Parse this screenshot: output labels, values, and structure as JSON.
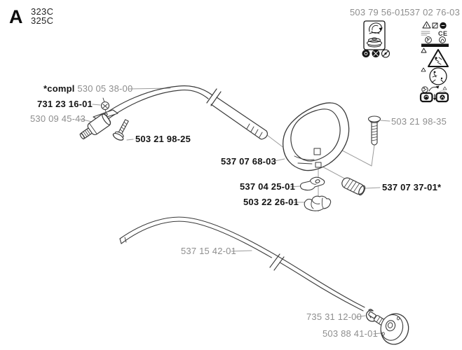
{
  "header": {
    "section_letter": "A",
    "model_line_1": "323C",
    "model_line_2": "325C"
  },
  "decals": {
    "spool_decal": {
      "part_number": "503 79 56-01"
    },
    "warning_decal": {
      "part_number": "537 02 76-03",
      "ce_mark": "CE"
    }
  },
  "parts": {
    "shaft_assembly": {
      "prefix": "*compl",
      "part_number": "530 05 38-00"
    },
    "locknut": {
      "part_number": "731 23 16-01"
    },
    "coupling": {
      "part_number": "530 09 45-43"
    },
    "coupling_screw": {
      "part_number": "503 21 98-25"
    },
    "loop_handle": {
      "part_number": "537 07 68-03"
    },
    "handle_screw": {
      "part_number": "503 21 98-35"
    },
    "handle_clamp": {
      "part_number": "537 04 25-01"
    },
    "handle_spacer": {
      "part_number": "537 07 37-01*"
    },
    "wing_nut": {
      "part_number": "503 22 26-01"
    },
    "drive_shaft": {
      "part_number": "537 15 42-01"
    },
    "retainer_clip": {
      "part_number": "735 31 12-00"
    },
    "support_wheel": {
      "part_number": "503 88 41-01"
    }
  },
  "colors": {
    "background": "#ffffff",
    "line_dark": "#3a3a3a",
    "leader_gray": "#9c9c9c",
    "label_gray": "#8e8e8e",
    "label_black": "#141414",
    "decal_ink": "#151515"
  }
}
